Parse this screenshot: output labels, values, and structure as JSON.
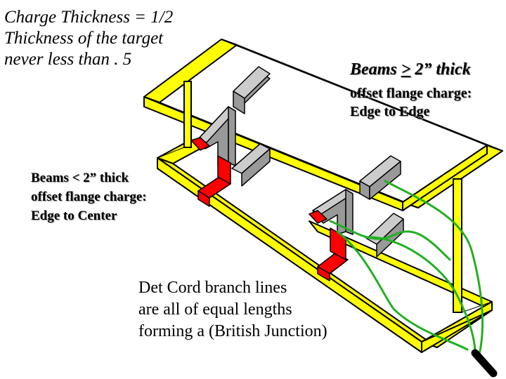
{
  "texts": {
    "charge_thickness": [
      "Charge Thickness = 1/2",
      "Thickness of the target",
      "never less than . 5"
    ],
    "beams_heavy": {
      "prefix": "Beams ",
      "symbol": ">",
      "suffix": " 2” thick",
      "lines": [
        "offset flange charge:",
        "Edge to Edge"
      ]
    },
    "beams_light": [
      "Beams < 2” thick",
      "offset flange charge:",
      "Edge to Center"
    ],
    "det_cord": [
      "Det Cord branch lines",
      "are all of equal lengths",
      "forming a (British Junction)"
    ]
  },
  "colors": {
    "beam": "#ffff00",
    "beam_edge": "#000000",
    "charge": "#ff0000",
    "bracket_front": "#999999",
    "bracket_top": "#cccccc",
    "cord": "#22b022",
    "detonator": "#000000"
  }
}
